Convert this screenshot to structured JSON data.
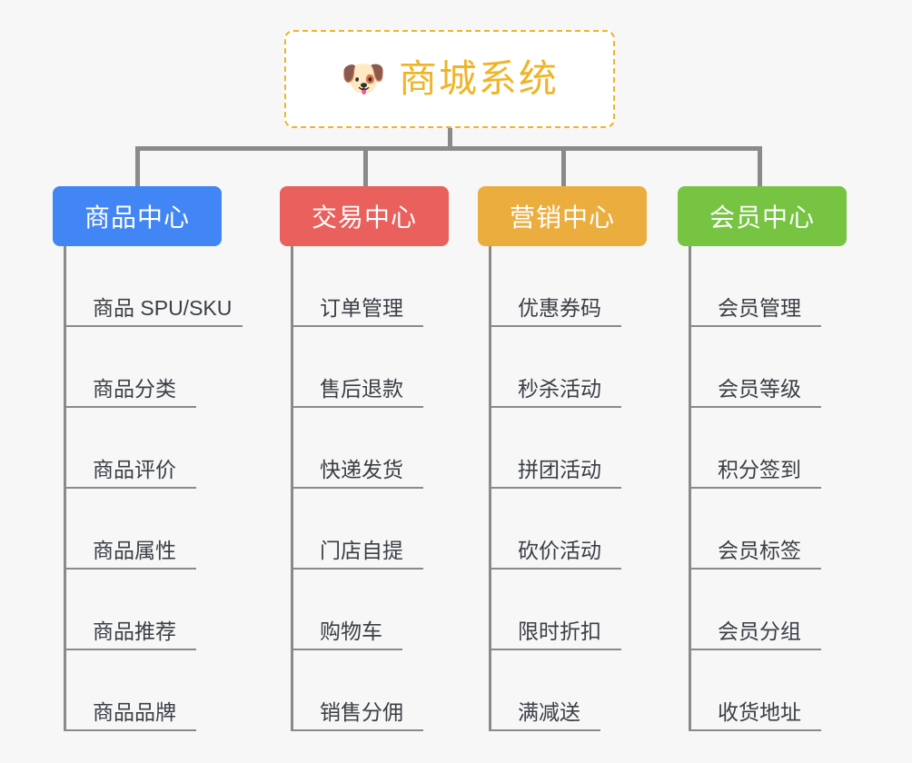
{
  "root": {
    "title": "商城系统",
    "icon": "dog-face-icon",
    "icon_glyph": "🐶",
    "border_color": "#f0b429",
    "text_color": "#f0b429"
  },
  "colors": {
    "background": "#f7f7f7",
    "connector": "#8a8a8a",
    "leaf_text": "#3a3f45",
    "blue": "#4285F4",
    "red": "#E9605C",
    "orange": "#EBAE3E",
    "green": "#76C442"
  },
  "columns": [
    {
      "title": "商品中心",
      "color": "#4285F4",
      "leaves": [
        "商品 SPU/SKU",
        "商品分类",
        "商品评价",
        "商品属性",
        "商品推荐",
        "商品品牌"
      ]
    },
    {
      "title": "交易中心",
      "color": "#E9605C",
      "leaves": [
        "订单管理",
        "售后退款",
        "快递发货",
        "门店自提",
        "购物车",
        "销售分佣"
      ]
    },
    {
      "title": "营销中心",
      "color": "#EBAE3E",
      "leaves": [
        "优惠券码",
        "秒杀活动",
        "拼团活动",
        "砍价活动",
        "限时折扣",
        "满减送"
      ]
    },
    {
      "title": "会员中心",
      "color": "#76C442",
      "leaves": [
        "会员管理",
        "会员等级",
        "积分签到",
        "会员标签",
        "会员分组",
        "收货地址"
      ]
    }
  ]
}
